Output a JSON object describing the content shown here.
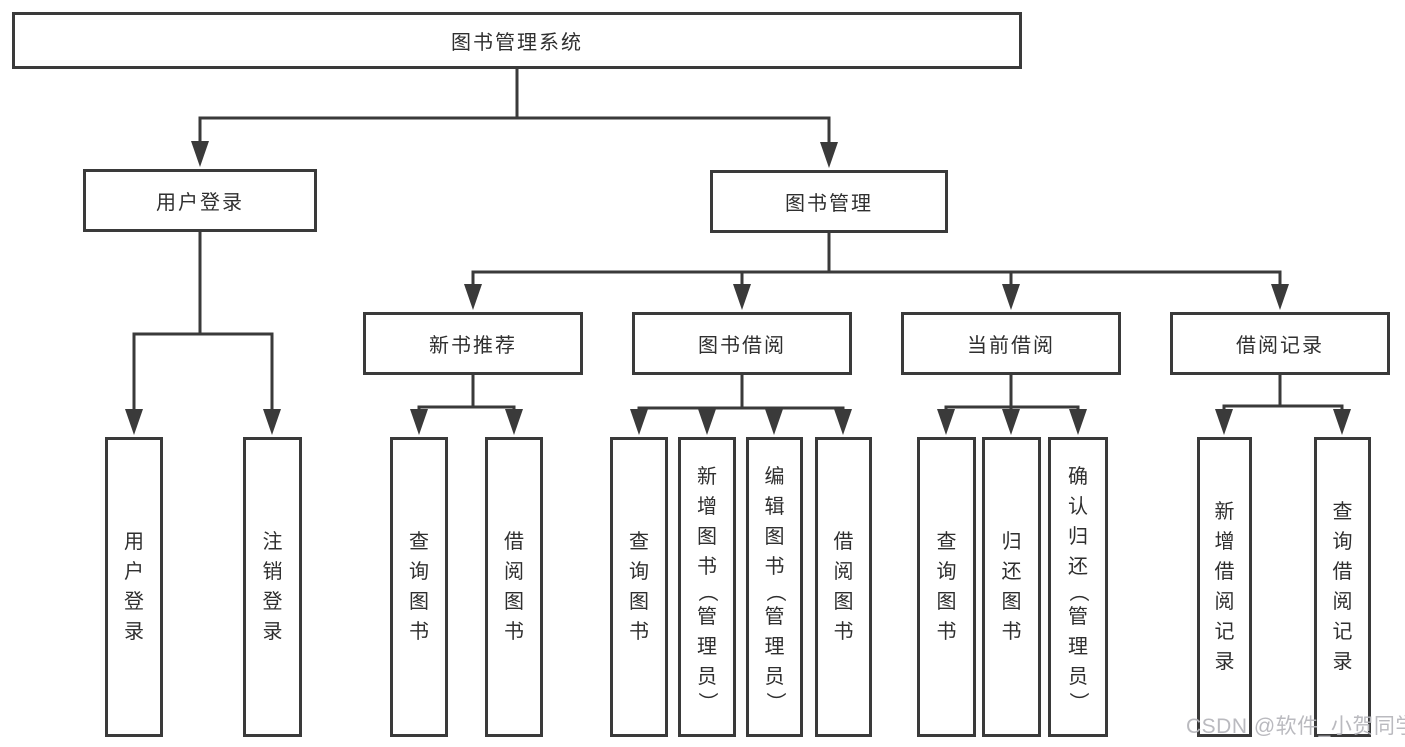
{
  "tree": {
    "label": "图书管理系统",
    "children": [
      {
        "label": "用户登录",
        "children": [
          {
            "label": "用户登录"
          },
          {
            "label": "注销登录"
          }
        ]
      },
      {
        "label": "图书管理",
        "children": [
          {
            "label": "新书推荐",
            "children": [
              {
                "label": "查询图书"
              },
              {
                "label": "借阅图书"
              }
            ]
          },
          {
            "label": "图书借阅",
            "children": [
              {
                "label": "查询图书"
              },
              {
                "label": "新增图书（管理员）"
              },
              {
                "label": "编辑图书（管理员）"
              },
              {
                "label": "借阅图书"
              }
            ]
          },
          {
            "label": "当前借阅",
            "children": [
              {
                "label": "查询图书"
              },
              {
                "label": "归还图书"
              },
              {
                "label": "确认归还（管理员）"
              }
            ]
          },
          {
            "label": "借阅记录",
            "children": [
              {
                "label": "新增借阅记录"
              },
              {
                "label": "查询借阅记录"
              }
            ]
          }
        ]
      }
    ]
  },
  "watermark": "CSDN @软件_小贺同学",
  "colors": {
    "line": "#3a3a3a",
    "text": "#2f2f2f",
    "watermark": "#b6b6bc",
    "background": "#ffffff"
  }
}
